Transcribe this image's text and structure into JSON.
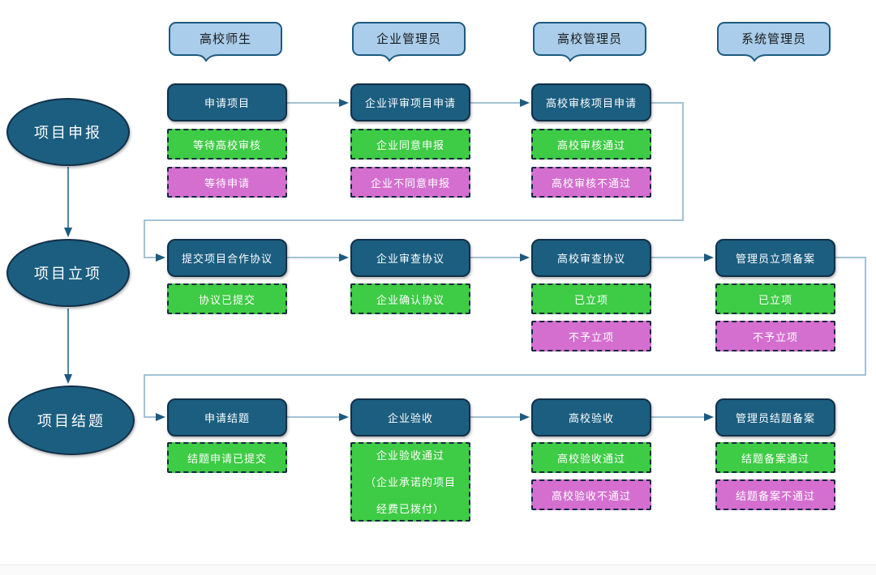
{
  "lanes": [
    {
      "label": "高校师生"
    },
    {
      "label": "企业管理员"
    },
    {
      "label": "高校管理员"
    },
    {
      "label": "系统管理员"
    }
  ],
  "phases": [
    {
      "label": "项目申报"
    },
    {
      "label": "项目立项"
    },
    {
      "label": "项目结题"
    }
  ],
  "rows": [
    {
      "phase": "项目申报",
      "steps": [
        {
          "label": "申请项目",
          "statuses": [
            {
              "text": "等待高校审核",
              "kind": "pass"
            },
            {
              "text": "等待申请",
              "kind": "fail"
            }
          ]
        },
        {
          "label": "企业评审项目申请",
          "statuses": [
            {
              "text": "企业同意申报",
              "kind": "pass"
            },
            {
              "text": "企业不同意申报",
              "kind": "fail"
            }
          ]
        },
        {
          "label": "高校审核项目申请",
          "statuses": [
            {
              "text": "高校审核通过",
              "kind": "pass"
            },
            {
              "text": "高校审核不通过",
              "kind": "fail"
            }
          ]
        }
      ]
    },
    {
      "phase": "项目立项",
      "steps": [
        {
          "label": "提交项目合作协议",
          "statuses": [
            {
              "text": "协议已提交",
              "kind": "pass"
            }
          ]
        },
        {
          "label": "企业审查协议",
          "statuses": [
            {
              "text": "企业确认协议",
              "kind": "pass"
            }
          ]
        },
        {
          "label": "高校审查协议",
          "statuses": [
            {
              "text": "已立项",
              "kind": "pass"
            },
            {
              "text": "不予立项",
              "kind": "fail"
            }
          ]
        },
        {
          "label": "管理员立项备案",
          "statuses": [
            {
              "text": "已立项",
              "kind": "pass"
            },
            {
              "text": "不予立项",
              "kind": "fail"
            }
          ]
        }
      ]
    },
    {
      "phase": "项目结题",
      "steps": [
        {
          "label": "申请结题",
          "statuses": [
            {
              "text": "结题申请已提交",
              "kind": "pass"
            }
          ]
        },
        {
          "label": "企业验收",
          "statuses": [
            {
              "text": "企业验收通过\n（企业承诺的项目\n经费已拨付）",
              "kind": "pass"
            }
          ]
        },
        {
          "label": "高校验收",
          "statuses": [
            {
              "text": "高校验收通过",
              "kind": "pass"
            },
            {
              "text": "高校验收不通过",
              "kind": "fail"
            }
          ]
        },
        {
          "label": "管理员结题备案",
          "statuses": [
            {
              "text": "结题备案通过",
              "kind": "pass"
            },
            {
              "text": "结题备案不通过",
              "kind": "fail"
            }
          ]
        }
      ]
    }
  ],
  "colors": {
    "process_fill": "#1b5e80",
    "process_border": "#123048",
    "status_pass_fill": "#3ecb45",
    "status_fail_fill": "#d46fd0",
    "status_border": "#14293f",
    "lane_fill": "#a9cdea",
    "lane_border": "#1d5a80",
    "connector_light": "#a4c1d3",
    "connector_dark": "#4d86aa",
    "arrowhead": "#1d5a80",
    "text_on_dark": "#ffffff",
    "lane_text": "#1b1b1b"
  }
}
